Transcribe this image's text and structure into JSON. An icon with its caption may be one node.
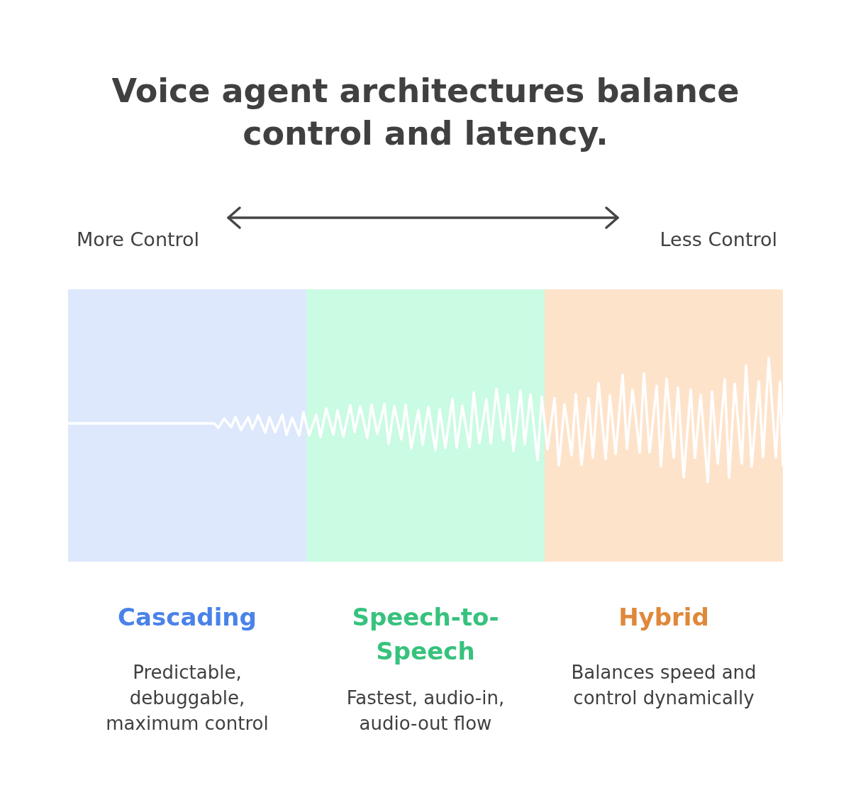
{
  "diagram": {
    "title": "Voice agent architectures balance control and latency.",
    "nodes": [
      {
        "text": [
          "Cascading",
          "Predictable, debuggable, maximum control"
        ]
      },
      {
        "text": [
          "Speech-to-Speech",
          "Fastest, audio-in, audio-out flow"
        ]
      },
      {
        "text": [
          "Hybrid",
          "Balances speed and control dynamically"
        ]
      }
    ],
    "labels": [
      "More Control",
      "Less Control"
    ]
  }
}
